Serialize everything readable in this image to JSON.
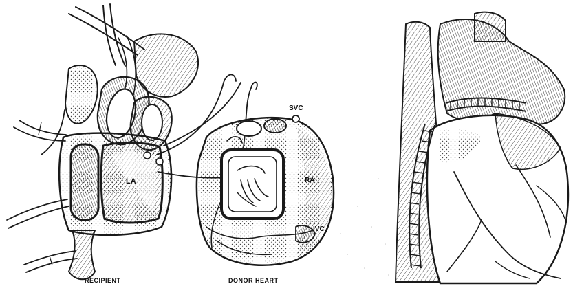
{
  "labels": {
    "la": "LA",
    "ra": "RA",
    "svc": "SVC",
    "ivc": "IVC"
  },
  "captions": {
    "recipient": "RECIPIENT",
    "donor": "DONOR HEART"
  },
  "colors": {
    "ink": "#1a1a1a",
    "paper": "#ffffff",
    "shade": "#d9d9d9"
  }
}
